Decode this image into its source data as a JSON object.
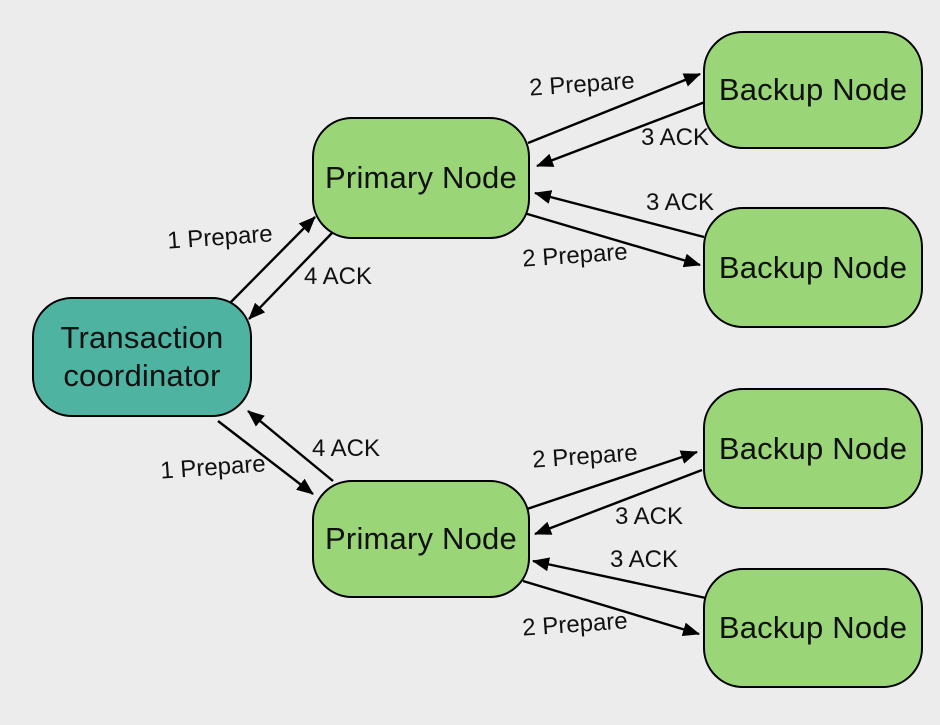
{
  "colors": {
    "background": "#ececec",
    "coordinator_fill": "#4fb3a1",
    "node_fill": "#9ad578",
    "stroke": "#000000"
  },
  "nodes": {
    "coordinator": "Transaction coordinator",
    "primary_top": "Primary Node",
    "primary_bottom": "Primary Node",
    "backup_top_1": "Backup Node",
    "backup_top_2": "Backup Node",
    "backup_bottom_1": "Backup Node",
    "backup_bottom_2": "Backup Node"
  },
  "edge_labels": {
    "coord_ptop_prepare": "1 Prepare",
    "coord_ptop_ack": "4 ACK",
    "coord_pbottom_prepare": "1 Prepare",
    "coord_pbottom_ack": "4 ACK",
    "ptop_b1_prepare": "2 Prepare",
    "ptop_b1_ack": "3 ACK",
    "ptop_b2_prepare": "2 Prepare",
    "ptop_b2_ack": "3 ACK",
    "pbottom_b1_prepare": "2 Prepare",
    "pbottom_b1_ack": "3 ACK",
    "pbottom_b2_prepare": "2 Prepare",
    "pbottom_b2_ack": "3 ACK"
  }
}
